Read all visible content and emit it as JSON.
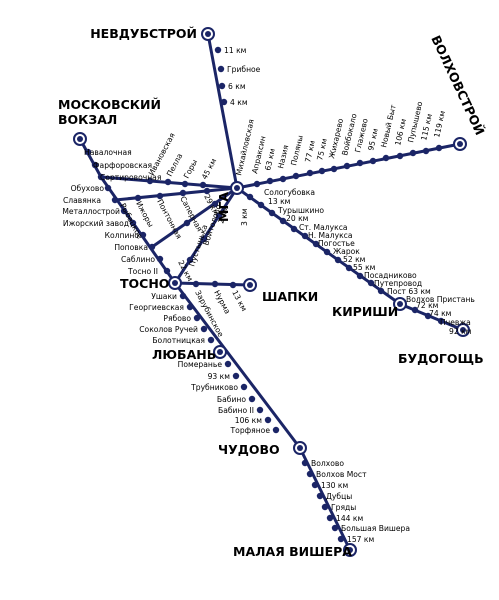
{
  "colors": {
    "line": "#1b2566",
    "background": "#ffffff"
  },
  "terminals": {
    "nevdubstroy": "НЕВДУБСТРОЙ",
    "volkhovstroy": "ВОЛХОВСТРОЙ",
    "moskovsky_1": "МОСКОВСКИЙ",
    "moskovsky_2": "ВОКЗАЛ",
    "mga": "МГА",
    "tosno": "ТОСНО",
    "shapki": "ШАПКИ",
    "kirishi": "КИРИШИ",
    "budogosch": "БУДОГОЩЬ",
    "lyuban": "ЛЮБАНЬ",
    "chudovo": "ЧУДОВО",
    "malaya_vishera": "МАЛАЯ ВИШЕРА"
  },
  "stations": {
    "nevdub_line": [
      "11 км",
      "Грибное",
      "6 км",
      "4 км"
    ],
    "volkhov_line": [
      "Михайловская",
      "Апраксин",
      "63 км",
      "Назия",
      "Поляны",
      "77 км",
      "75 км",
      "Жихарево",
      "Войбокало",
      "Глажево",
      "95 км",
      "Новый Быт",
      "106 км",
      "Пупышево",
      "115 км",
      "119 км"
    ],
    "moscow_line": [
      "Навалочная",
      "Фарфоровская",
      "Сортировочная",
      "Обухово",
      "Славянка",
      "Металлострой",
      "Ижорский завод",
      "Колпино",
      "Поповка",
      "Саблино",
      "Тосно II"
    ],
    "sortirovochnaya_branch": [
      "Ивановская",
      "Пелла",
      "Горы",
      "45 км"
    ],
    "rybatskoe_branch": [
      "Рыбацкое",
      "Ижоры",
      "Понтонная",
      "Саперная",
      "29 км"
    ],
    "kolpino_mga": [
      "Пустынька",
      "Войтолово",
      "2 км",
      "3 км",
      "22 км"
    ],
    "shapki_branch": [
      "13 км",
      "Нурма",
      "Зарубинское"
    ],
    "kirishi_line": [
      "Сологубовка",
      "13 км",
      "Турышкино",
      "20 км",
      "Ст. Малукса",
      "Н. Малукса",
      "Погостье",
      "Жарок",
      "52 км",
      "55 км",
      "Посадниково",
      "Путепровод",
      "Пост 63 км",
      "Волхов Пристань"
    ],
    "budogosch_line": [
      "72 км",
      "74 км",
      "Пчевжа",
      "92 км"
    ],
    "main_south": [
      "Ушаки",
      "Георгиевская",
      "Рябово",
      "Соколов Ручей",
      "Болотницкая"
    ],
    "lyuban_chudovo": [
      "Померанье",
      "93 км",
      "Трубниково",
      "Бабино",
      "Бабино II",
      "106 км",
      "Торфяное"
    ],
    "chudovo_vishera": [
      "Волхово",
      "Волхов Мост",
      "130 км",
      "Дубцы",
      "Гряды",
      "144 км",
      "Большая Вишера",
      "157 км"
    ]
  }
}
